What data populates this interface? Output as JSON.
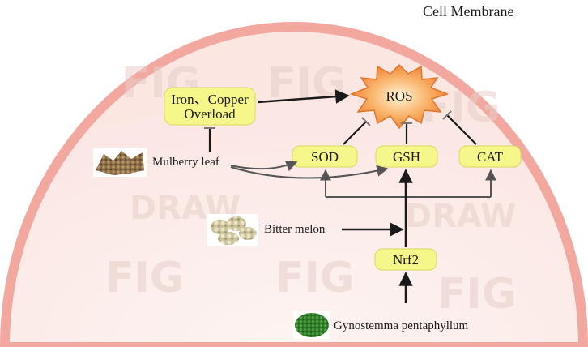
{
  "title": "Cell Membrane",
  "nodes": {
    "ros": "ROS",
    "iron_line1": "Iron、Copper",
    "iron_line2": "Overload",
    "sod": "SOD",
    "gsh": "GSH",
    "cat": "CAT",
    "nrf2": "Nrf2"
  },
  "herbs": {
    "mulberry": "Mulberry leaf",
    "bitter_melon": "Bitter melon",
    "gynostemma": "Gynostemma  pentaphyllum"
  },
  "colors": {
    "membrane_edge": "#f2a79f",
    "cell_fill": "#fdf0ee",
    "node_fill": "#f6f78a",
    "ros_fill": "#f59a4a",
    "arrow": "#1a1a1a",
    "inhibit": "#555555"
  }
}
